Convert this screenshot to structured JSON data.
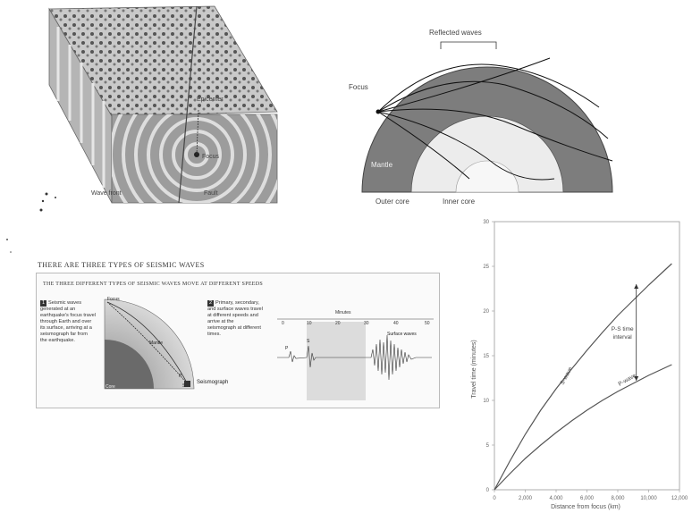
{
  "block_diagram": {
    "labels": {
      "epicenter": "Epicenter",
      "focus": "Focus",
      "wave_front": "Wave front",
      "fault": "Fault"
    }
  },
  "earth_section": {
    "labels": {
      "reflected_waves": "Reflected waves",
      "focus": "Focus",
      "mantle": "Mantle",
      "outer_core": "Outer core",
      "inner_core": "Inner core"
    }
  },
  "seismic_types": {
    "title": "THERE ARE THREE TYPES OF SEISMIC WAVES",
    "subtitle": "THE THREE DIFFERENT TYPES OF SEISMIC WAVES MOVE AT DIFFERENT SPEEDS",
    "step1": {
      "num": "1",
      "text": "Seismic waves generated at an earthquake's focus travel through Earth and over its surface, arriving at a seismograph far from the earthquake."
    },
    "step2": {
      "num": "2",
      "text": "Primary, secondary, and surface waves travel at different speeds and arrive at the seismograph at different times."
    },
    "quadrant_labels": {
      "focus": "Focus",
      "mantle": "Mantle",
      "core": "Core",
      "seismograph": "Seismograph",
      "p_marker": "P",
      "s_marker": "S"
    },
    "seismogram": {
      "axis_title": "Minutes",
      "ticks": [
        "0",
        "10",
        "20",
        "30",
        "40",
        "50"
      ],
      "p_label": "P",
      "s_label": "S",
      "surface_label": "Surface waves"
    }
  },
  "chart_data": {
    "type": "line",
    "title": "",
    "xlabel": "Distance from focus (km)",
    "ylabel": "Travel time (minutes)",
    "xlim": [
      0,
      12000
    ],
    "ylim": [
      0,
      30
    ],
    "xticks": [
      "0",
      "2,000",
      "4,000",
      "6,000",
      "8,000",
      "10,000",
      "12,000"
    ],
    "yticks": [
      "0",
      "5",
      "10",
      "15",
      "20",
      "25",
      "30"
    ],
    "series": [
      {
        "name": "S-wave",
        "x": [
          0,
          1000,
          2000,
          3000,
          4000,
          5000,
          6000,
          7000,
          8000,
          9000,
          10000,
          11000,
          11500
        ],
        "y": [
          0,
          3.2,
          6.2,
          8.9,
          11.3,
          13.5,
          15.6,
          17.6,
          19.5,
          21.2,
          22.9,
          24.5,
          25.3
        ]
      },
      {
        "name": "P-wave",
        "x": [
          0,
          1000,
          2000,
          3000,
          4000,
          5000,
          6000,
          7000,
          8000,
          9000,
          10000,
          11000,
          11500
        ],
        "y": [
          0,
          1.8,
          3.5,
          5.0,
          6.4,
          7.7,
          8.9,
          10.0,
          11.0,
          11.9,
          12.8,
          13.6,
          14.0
        ]
      }
    ],
    "annotation": {
      "text_line1": "P-S time",
      "text_line2": "interval",
      "x": 9200,
      "y_top": 23,
      "y_bottom": 12.2
    }
  }
}
